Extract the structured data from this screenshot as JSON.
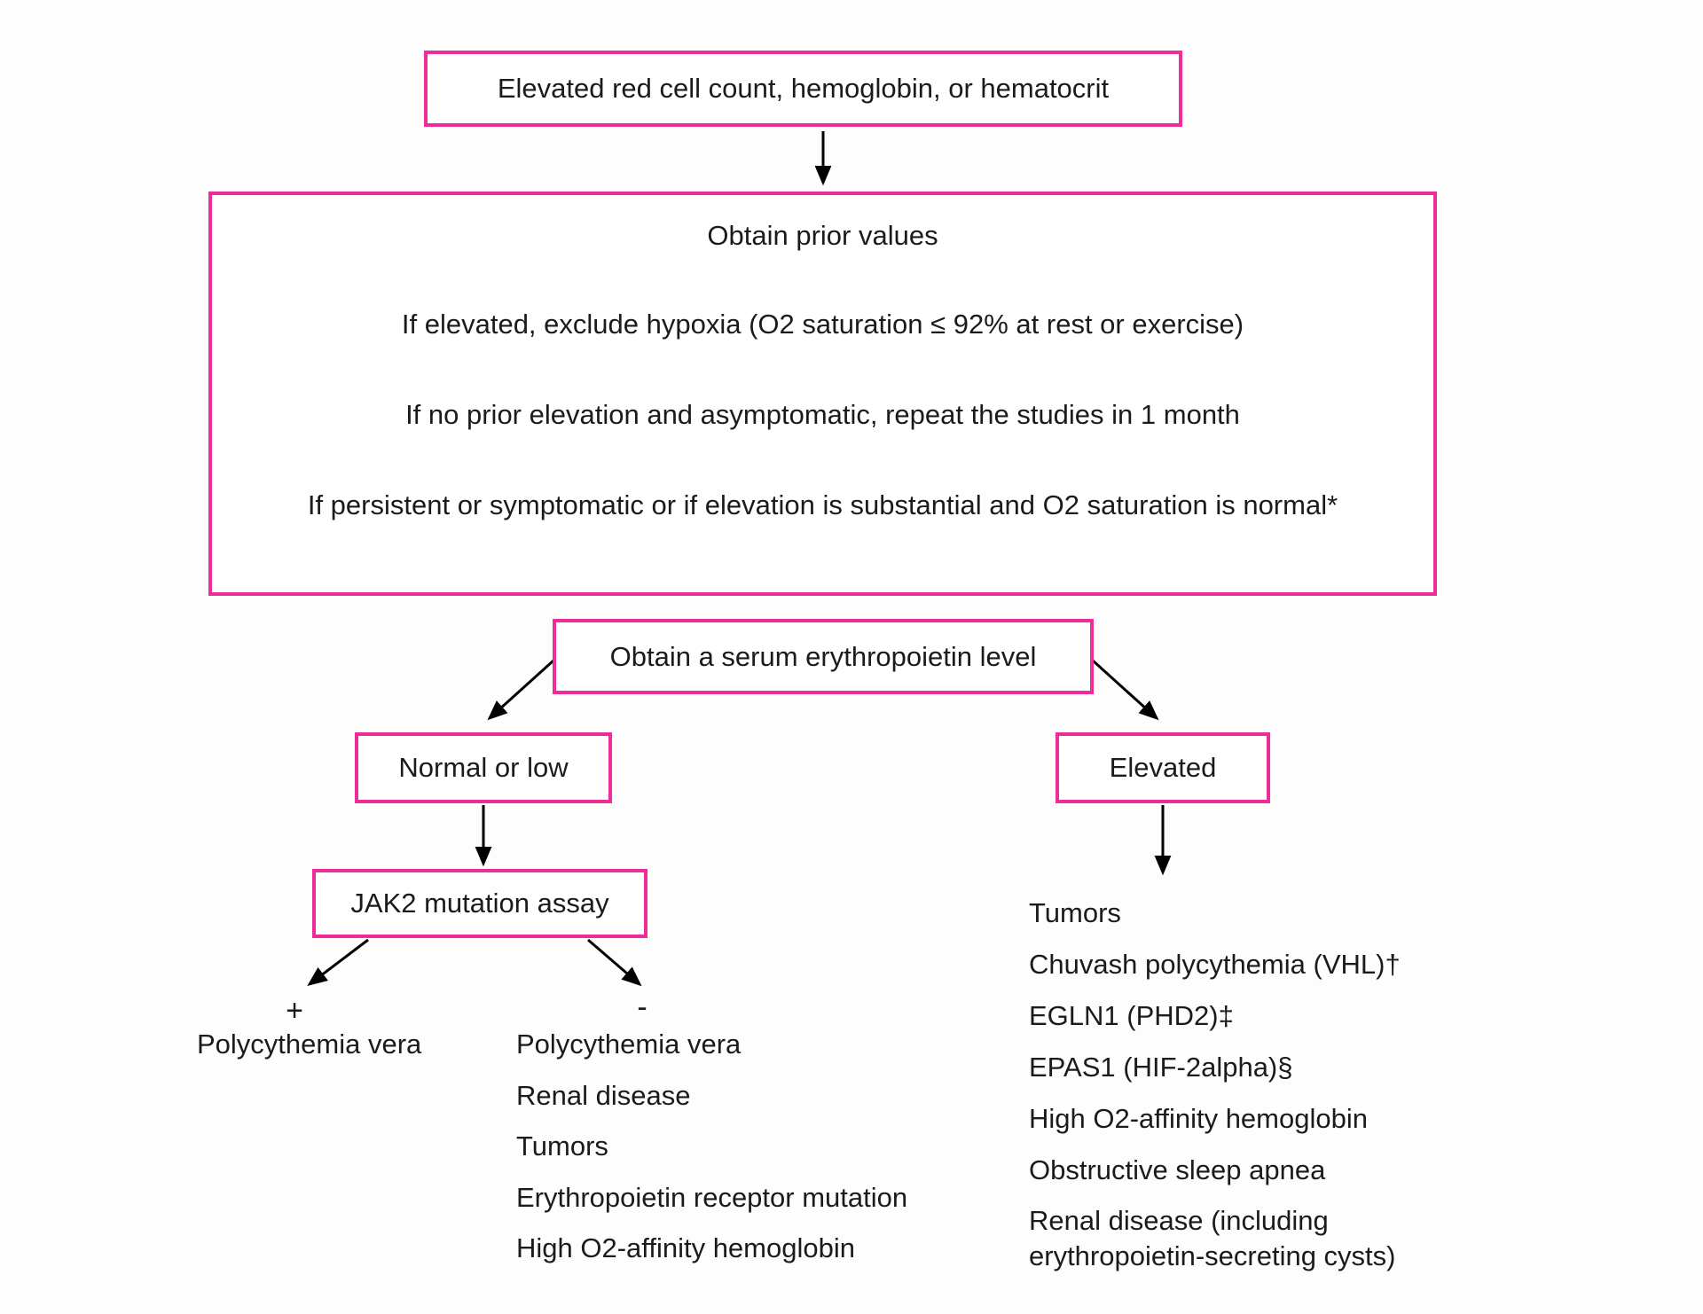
{
  "colors": {
    "box_border": "#ee2d9b",
    "text": "#1b1b1b",
    "arrow": "#000000",
    "background": "#fdfdfd"
  },
  "top_box": {
    "label": "Elevated red cell count, hemoglobin, or hematocrit"
  },
  "protocol_box": {
    "steps": [
      "Obtain prior values",
      "If elevated, exclude hypoxia (O2 saturation ≤ 92% at rest or exercise)",
      "If no prior elevation and asymptomatic, repeat the studies in 1 month",
      "If persistent or symptomatic or if elevation is substantial and O2 saturation is normal*"
    ]
  },
  "epo_box": {
    "label": "Obtain a serum erythropoietin level"
  },
  "normal_low_box": {
    "label": "Normal or low"
  },
  "elevated_box": {
    "label": "Elevated"
  },
  "jak2_box": {
    "label": "JAK2 mutation assay"
  },
  "jak2_positive": {
    "sign": "+",
    "items": [
      "Polycythemia vera"
    ]
  },
  "jak2_negative": {
    "sign": "-",
    "items": [
      "Polycythemia vera",
      "Renal disease",
      "Tumors",
      "Erythropoietin receptor mutation",
      "High O2-affinity hemoglobin"
    ]
  },
  "elevated_causes": {
    "items": [
      "Tumors",
      "Chuvash polycythemia (VHL)†",
      "EGLN1 (PHD2)‡",
      "EPAS1 (HIF-2alpha)§",
      "High O2-affinity hemoglobin",
      "Obstructive sleep apnea",
      "Renal disease (including\nerythropoietin-secreting cysts)"
    ]
  }
}
